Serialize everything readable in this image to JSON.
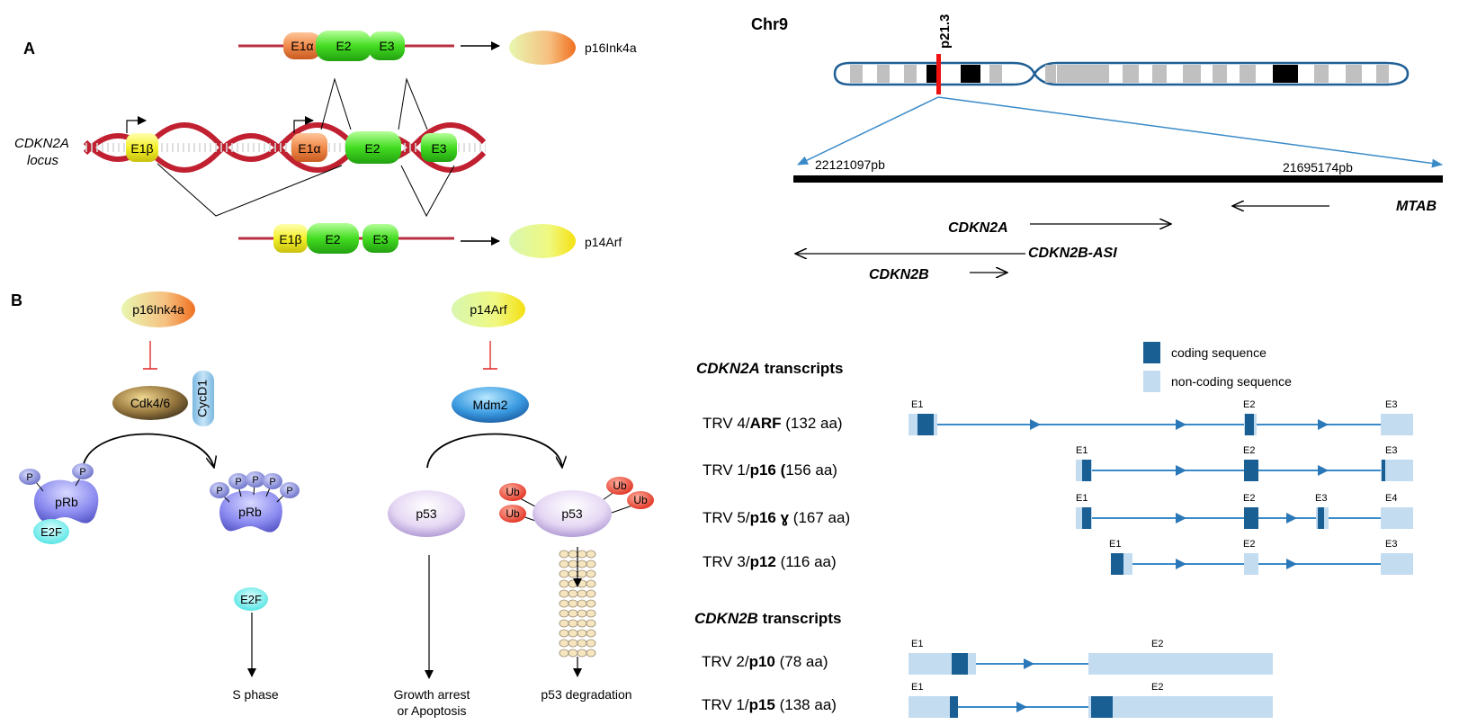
{
  "panel_a": {
    "label": "A",
    "locus_label_line1": "CDKN2A",
    "locus_label_line2": "locus",
    "exons": {
      "e1a": "E1α",
      "e1b": "E1β",
      "e2": "E2",
      "e3": "E3"
    },
    "products": {
      "p16": "p16Ink4a",
      "p14": "p14Arf"
    }
  },
  "panel_b": {
    "label": "B",
    "p16": "p16Ink4a",
    "cdk": "Cdk4/6",
    "cycd1": "CycD1",
    "prb": "pRb",
    "p": "P",
    "e2f": "E2F",
    "s_phase": "S phase",
    "p14": "p14Arf",
    "mdm2": "Mdm2",
    "p53": "p53",
    "ub": "Ub",
    "growth_line1": "Growth arrest",
    "growth_line2": "or Apoptosis",
    "degradation": "p53 degradation"
  },
  "chromosome": {
    "name": "Chr9",
    "band": "p21.3",
    "coord_left": "22121097pb",
    "coord_right": "21695174pb",
    "genes": {
      "mtab": "MTAB",
      "cdkn2a": "CDKN2A",
      "cdkn2b_asi": "CDKN2B-ASI",
      "cdkn2b": "CDKN2B"
    }
  },
  "transcripts": {
    "legend": {
      "coding": "coding sequence",
      "noncoding": "non-coding sequence"
    },
    "cdkn2a_gene": "CDKN2A",
    "cdkn2b_gene": "CDKN2B",
    "suffix": " transcripts",
    "rows": [
      {
        "pre": "TRV 4/",
        "bold": "ARF",
        "post": " (132 aa)"
      },
      {
        "pre": "TRV 1/",
        "bold": "p16 (",
        "post": "156 aa)"
      },
      {
        "pre": "TRV 5/",
        "bold": "p16 ɣ",
        "post": " (167 aa)"
      },
      {
        "pre": "TRV 3/",
        "bold": "p12",
        "post": " (116 aa)"
      },
      {
        "pre": "TRV 2/",
        "bold": "p10",
        "post": " (78 aa)"
      },
      {
        "pre": "TRV 1/",
        "bold": "p15",
        "post": " (138 aa)"
      }
    ],
    "exon_labels": {
      "e1": "E1",
      "e2": "E2",
      "e3": "E3",
      "e4": "E4"
    }
  },
  "colors": {
    "exon_orange": "#f08a4b",
    "exon_green": "#44dd22",
    "exon_yellow": "#f4f02a",
    "coding": "#1a5f94",
    "noncoding": "#c4dcf0",
    "line_blue": "#3a8ac8",
    "chrom_outline": "#1f5f95",
    "band_red": "#ee1111"
  }
}
